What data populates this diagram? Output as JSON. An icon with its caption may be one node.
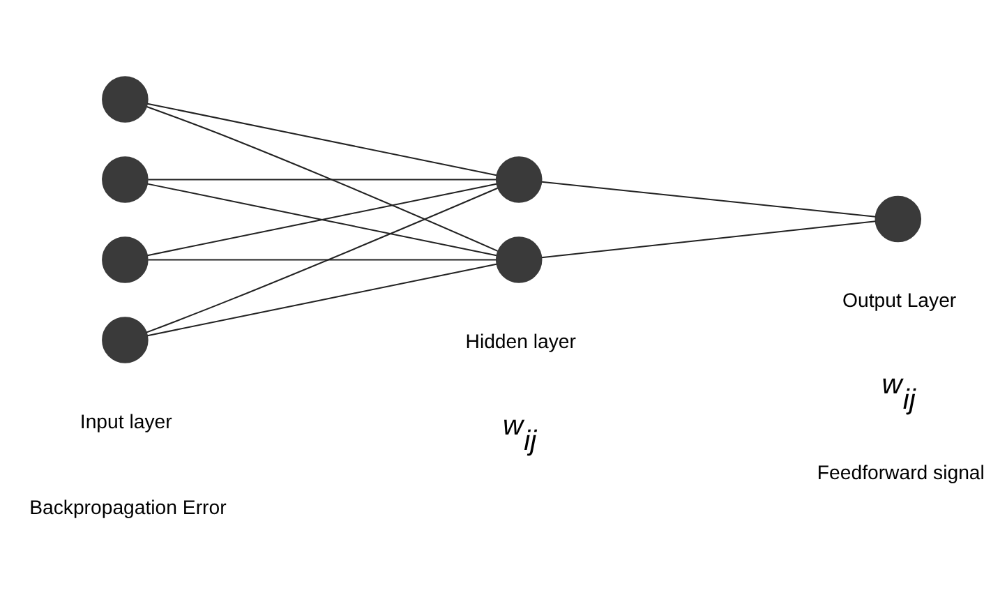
{
  "diagram": {
    "nodes": [
      {
        "text": [],
        "shape": "circle"
      },
      {
        "text": [],
        "shape": "circle"
      },
      {
        "text": [],
        "shape": "circle"
      },
      {
        "text": [],
        "shape": "circle"
      },
      {
        "text": [],
        "shape": "circle"
      },
      {
        "text": [],
        "shape": "circle"
      },
      {
        "text": [],
        "shape": "circle"
      }
    ],
    "edges": [
      {
        "from": 0,
        "to": 4,
        "arrow": "none"
      },
      {
        "from": 0,
        "to": 5,
        "arrow": "none"
      },
      {
        "from": 1,
        "to": 4,
        "arrow": "none"
      },
      {
        "from": 1,
        "to": 5,
        "arrow": "none"
      },
      {
        "from": 2,
        "to": 4,
        "arrow": "none"
      },
      {
        "from": 2,
        "to": 5,
        "arrow": "none"
      },
      {
        "from": 3,
        "to": 4,
        "arrow": "none"
      },
      {
        "from": 3,
        "to": 5,
        "arrow": "none"
      },
      {
        "from": 4,
        "to": 6,
        "arrow": "none"
      },
      {
        "from": 5,
        "to": 6,
        "arrow": "none"
      }
    ],
    "labels": [
      "Backpropagation Error",
      "Feedforward signal",
      "w$_{ij}$",
      "w$_{ij}$",
      "Input layer",
      "Hidden layer",
      "Output Layer"
    ]
  }
}
